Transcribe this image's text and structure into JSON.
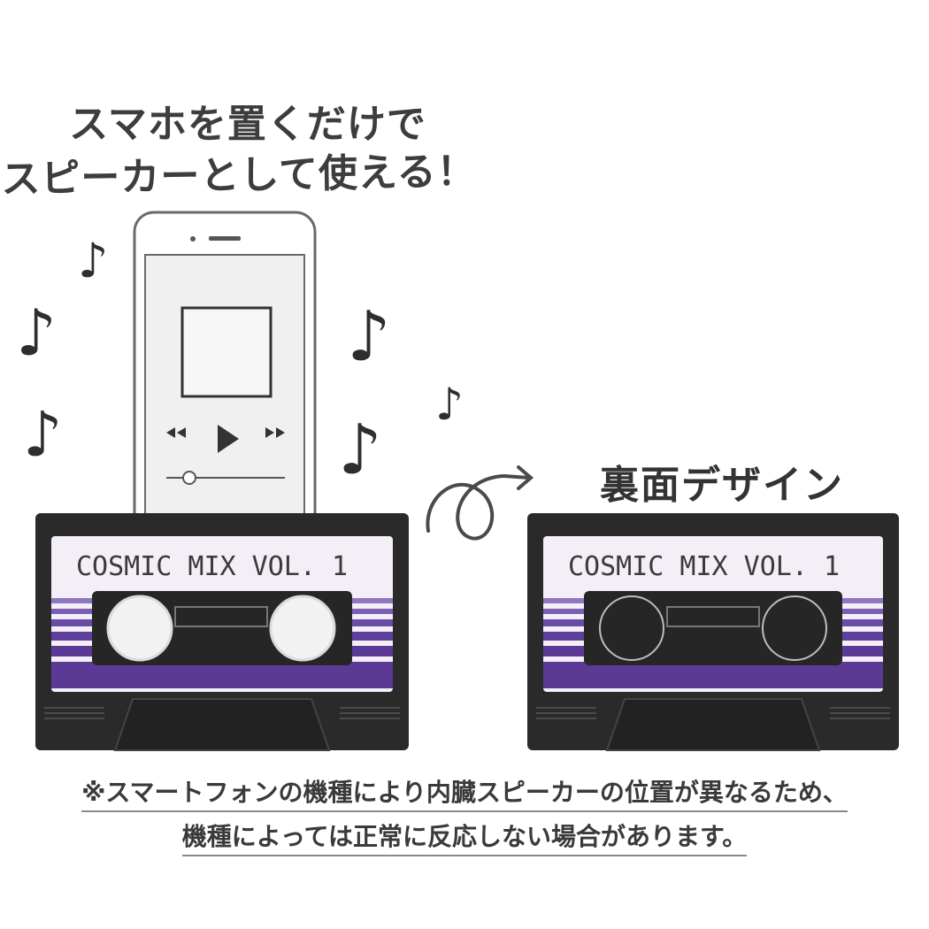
{
  "headline": {
    "line1": "スマホを置くだけで",
    "line2": "スピーカーとして使える！"
  },
  "back_design_label": "裏面デザイン",
  "cassette": {
    "label": "COSMIC MIX VOL. 1",
    "body_color": "#2a2a2a",
    "label_color": "#f4eff7",
    "stripe_color": "#5b3a96",
    "stripe_light": "#8f76c2"
  },
  "phone": {
    "screen_color": "#f0f0f0",
    "outline_color": "#6a6a6a"
  },
  "notice": {
    "line1": "※スマートフォンの機種により内臓スピーカーの位置が異なるため、",
    "line2": "機種によっては正常に反応しない場合があります。"
  },
  "icons": {
    "music": "music-note-icon",
    "rewind": "rewind-icon",
    "play": "play-icon",
    "forward": "fast-forward-icon",
    "arrow": "curved-arrow-icon"
  }
}
